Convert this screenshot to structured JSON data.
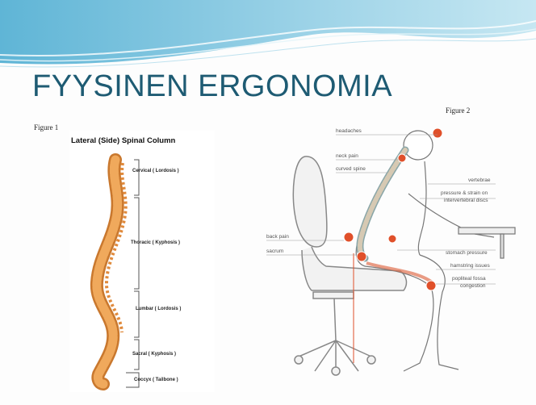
{
  "slide": {
    "title": "FYYSINEN ERGONOMIA",
    "colors": {
      "title": "#1e5b73",
      "wave_top": "#9fd4e8",
      "wave_bottom": "#5fb5d6",
      "bone": "#e89a4a",
      "pain_marker": "#e0502a"
    }
  },
  "figure1": {
    "caption": "Figure 1",
    "heading": "Lateral (Side) Spinal Column",
    "regions": [
      {
        "label": "Cervical ( Lordosis )"
      },
      {
        "label": "Thoracic ( Kyphosis )"
      },
      {
        "label": "Lumbar ( Lordosis )"
      },
      {
        "label": "Sacral ( Kyphosis )"
      },
      {
        "label": "Coccyx ( Tailbone )"
      }
    ]
  },
  "figure2": {
    "caption": "Figure 2",
    "labels": {
      "headaches": "headaches",
      "neck_pain": "neck pain",
      "curved_spine": "curved spine",
      "vertebrae": "vertebrae",
      "pressure_line1": "pressure & strain on",
      "pressure_line2": "intervertebral discs",
      "back_pain": "back pain",
      "sacrum": "sacrum",
      "stomach": "stomach pressure",
      "hamstring": "hamstring issues",
      "popliteal_line1": "popliteal fossa",
      "popliteal_line2": "congestion"
    }
  }
}
